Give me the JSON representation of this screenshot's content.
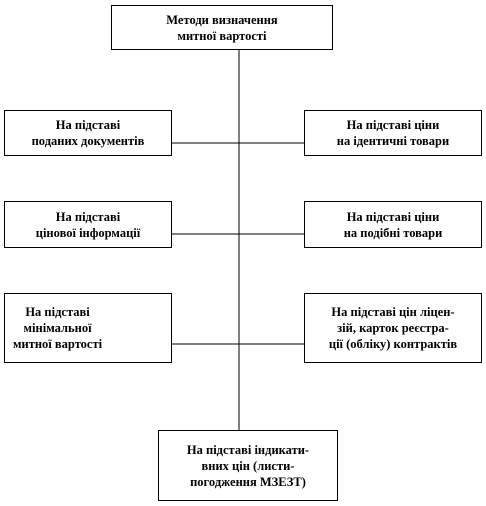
{
  "root": {
    "label": "Методи визначення\nмитної вартості"
  },
  "left": [
    {
      "label": "На підставі\nподаних документів"
    },
    {
      "label": "На підставі\nцінової інформації"
    },
    {
      "label": "На підставі\nмінімальної\nмитної вартості"
    }
  ],
  "right": [
    {
      "label": "На підставі ціни\nна ідентичні товари"
    },
    {
      "label": "На підставі ціни\nна подібні товари"
    },
    {
      "label": "На підставі цін ліцен-\nзій, карток реєстра-\nції (обліку)  контрактів"
    }
  ],
  "bottom": {
    "label": "На підставі індикати-\nвних цін (листи-\nпогодження МЗЕЗТ)"
  },
  "colors": {
    "line": "#000000",
    "box_border": "#000000",
    "background": "#ffffff"
  }
}
